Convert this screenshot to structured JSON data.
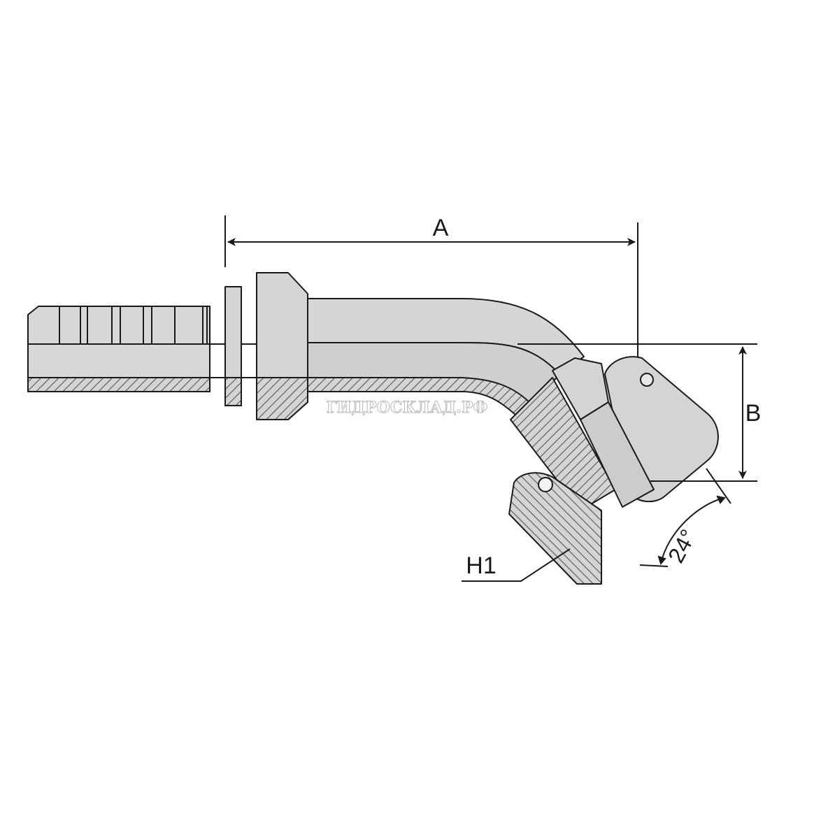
{
  "labels": {
    "dim_a": "A",
    "dim_b": "B",
    "dim_h1": "H1",
    "angle": "24°"
  },
  "watermark": "ГИДРОСКЛАД.РФ",
  "colors": {
    "body_fill": "#d4d4d4",
    "body_light": "#e3e3e3",
    "outline": "#1a1a1a",
    "hatch": "#555555",
    "background": "#ffffff"
  }
}
